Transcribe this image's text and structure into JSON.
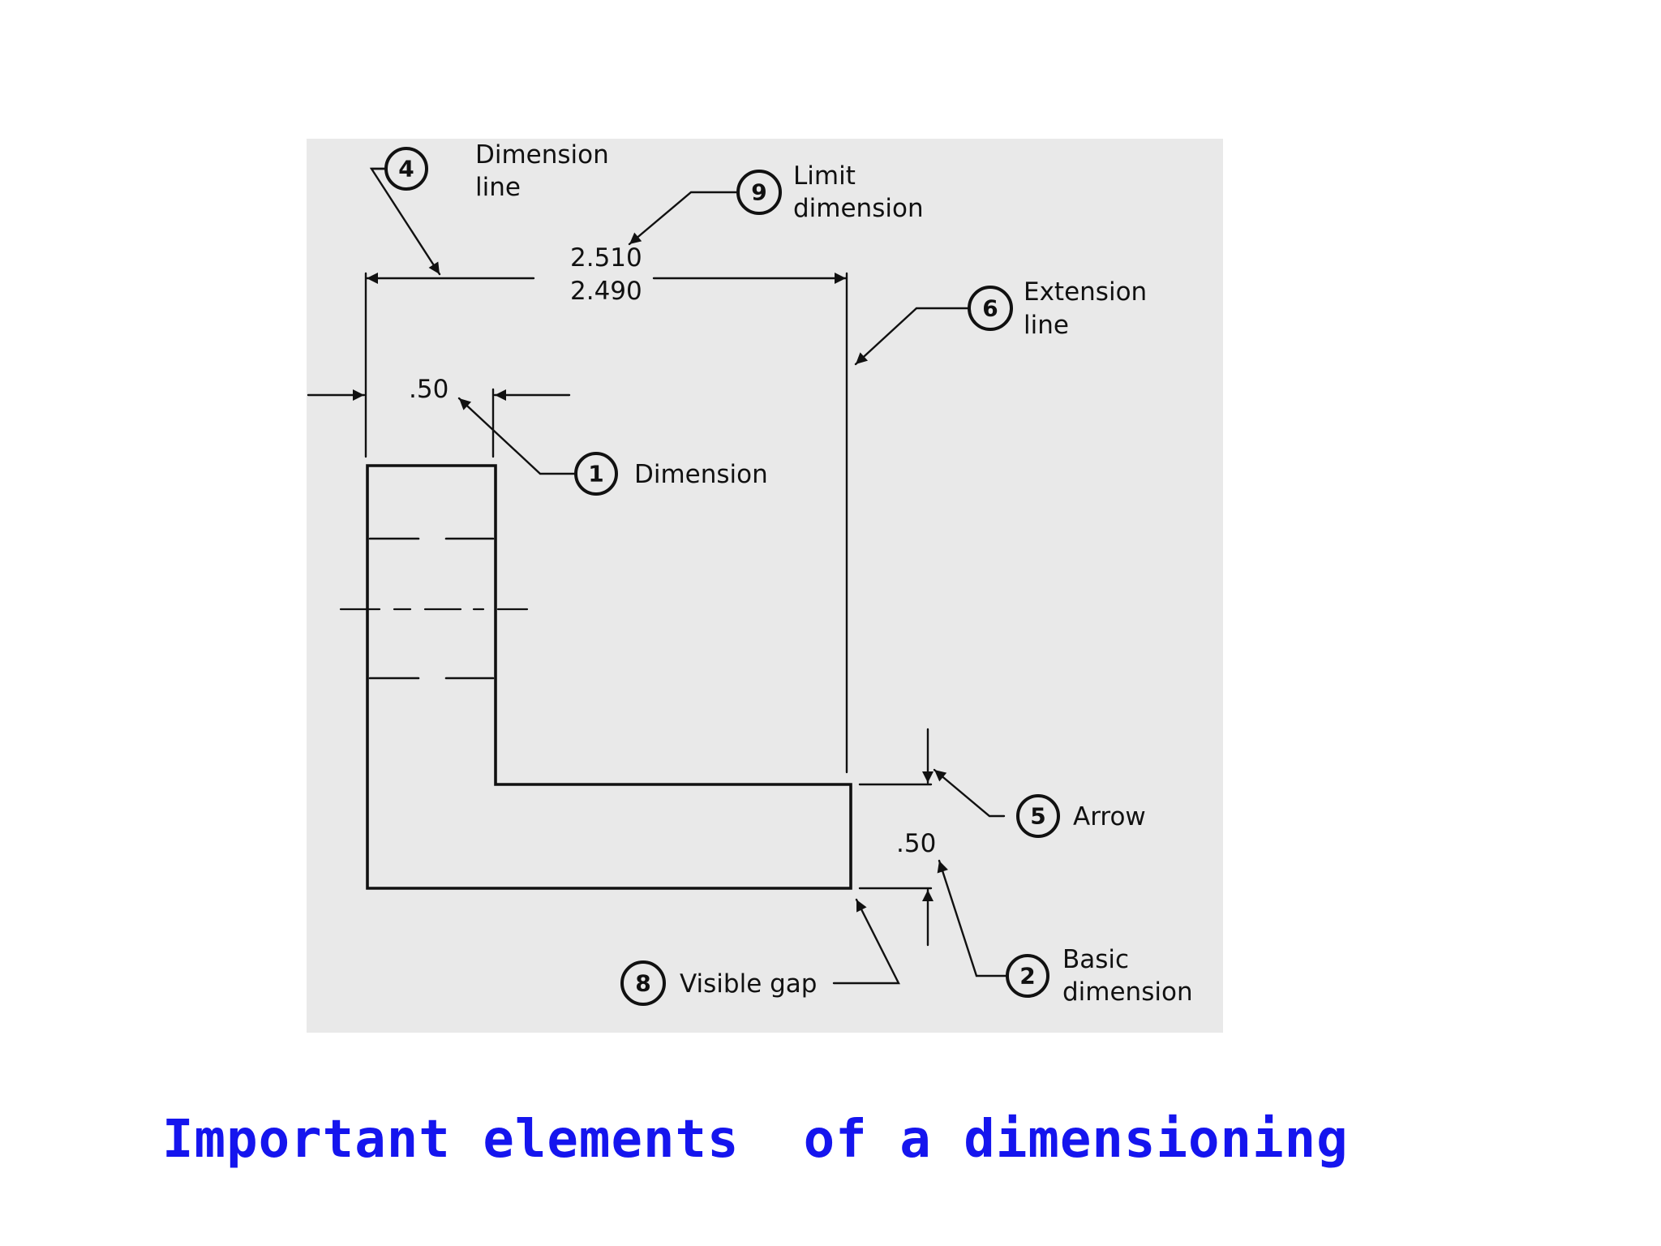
{
  "caption": "Important elements  of a dimensioning",
  "dimensions": {
    "limit_upper": "2.510",
    "limit_lower": "2.490",
    "width_small": ".50",
    "thickness": ".50"
  },
  "callouts": [
    {
      "number": "4",
      "line1": "Dimension",
      "line2": "line"
    },
    {
      "number": "9",
      "line1": "Limit",
      "line2": "dimension"
    },
    {
      "number": "6",
      "line1": "Extension",
      "line2": "line"
    },
    {
      "number": "1",
      "line1": "Dimension",
      "line2": ""
    },
    {
      "number": "5",
      "line1": "Arrow",
      "line2": ""
    },
    {
      "number": "2",
      "line1": "Basic",
      "line2": "dimension"
    },
    {
      "number": "8",
      "line1": "Visible gap",
      "line2": ""
    }
  ],
  "colors": {
    "caption": "#1515ee",
    "panel_background": "#e9e9e9",
    "ink": "#111111"
  }
}
